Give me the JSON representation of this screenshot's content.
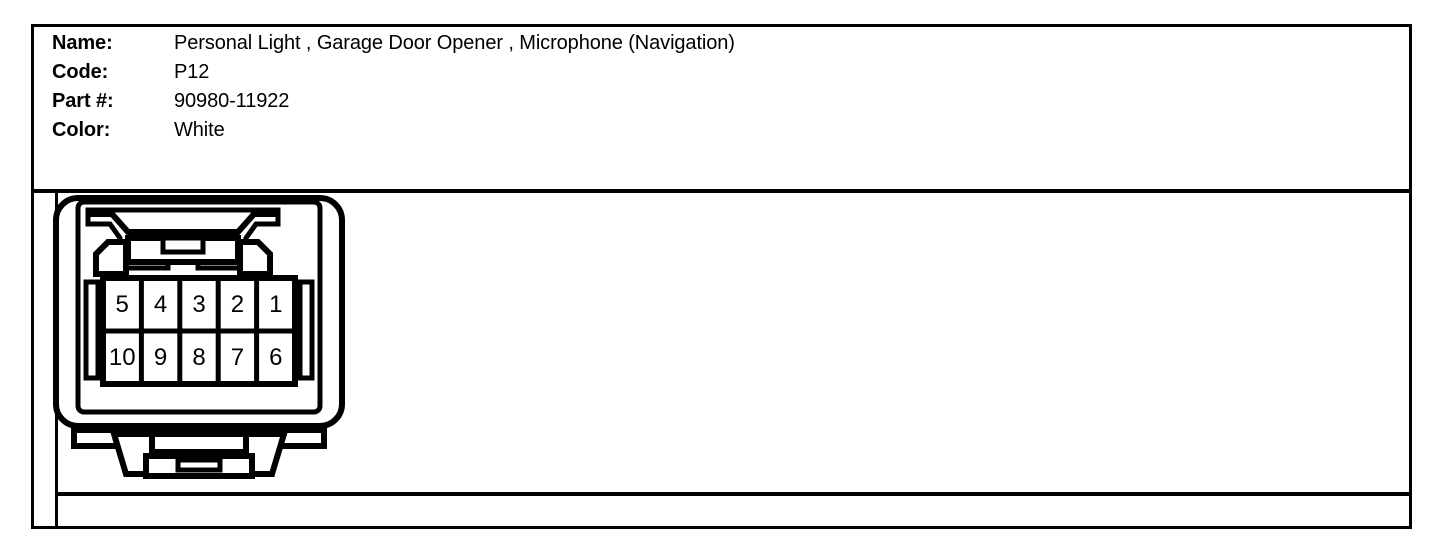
{
  "part_info": {
    "rows": [
      {
        "label": "Name:",
        "value": "Personal Light , Garage Door Opener , Microphone (Navigation)"
      },
      {
        "label": "Code:",
        "value": "P12"
      },
      {
        "label": "Part #:",
        "value": "90980-11922"
      },
      {
        "label": "Color:",
        "value": "White"
      }
    ]
  },
  "connector": {
    "name": "10-pin-connector-face-view",
    "pin_count": 10,
    "rows": [
      {
        "pins": [
          "5",
          "4",
          "3",
          "2",
          "1"
        ]
      },
      {
        "pins": [
          "10",
          "9",
          "8",
          "7",
          "6"
        ]
      }
    ],
    "features": {
      "top_latch": "locking-tab-receptacle",
      "bottom_latch": "retention-clip",
      "body_color": "#ffffff",
      "line_color": "#000000"
    }
  },
  "colors": {
    "ink": "#000000",
    "paper": "#ffffff"
  }
}
